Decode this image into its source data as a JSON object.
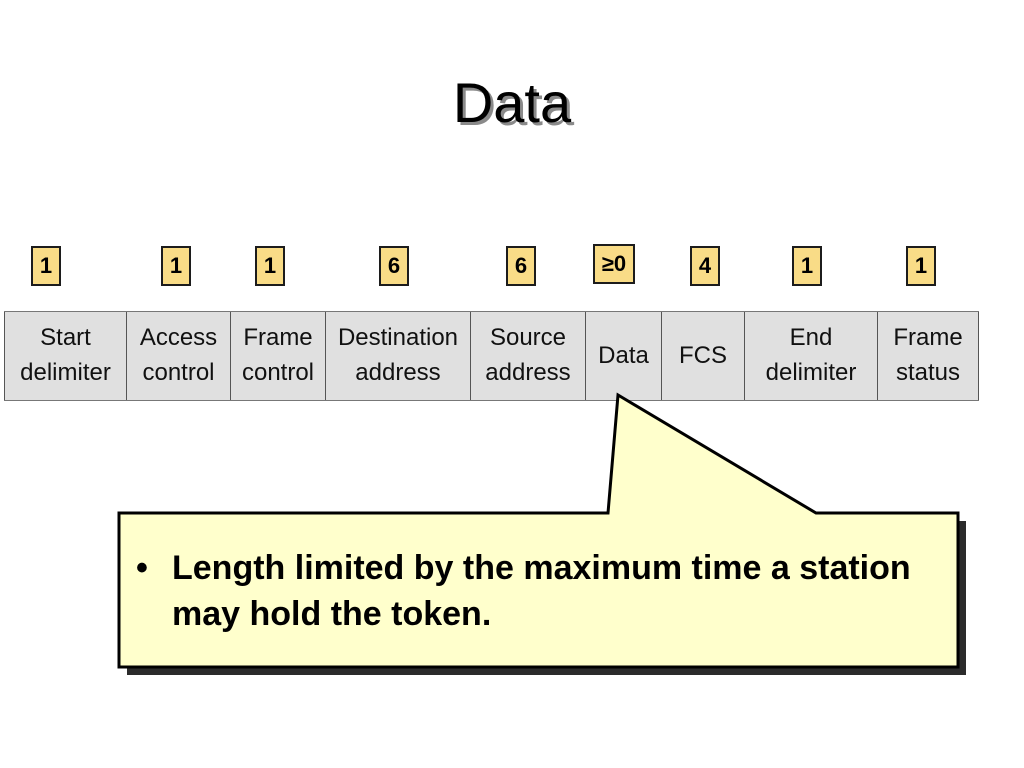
{
  "title": "Data",
  "fields": [
    {
      "size": "1",
      "label": "Start\ndelimiter"
    },
    {
      "size": "1",
      "label": "Access\ncontrol"
    },
    {
      "size": "1",
      "label": "Frame\ncontrol"
    },
    {
      "size": "6",
      "label": "Destination\naddress"
    },
    {
      "size": "6",
      "label": "Source\naddress"
    },
    {
      "size": "≥0",
      "label": "Data"
    },
    {
      "size": "4",
      "label": "FCS"
    },
    {
      "size": "1",
      "label": "End\ndelimiter"
    },
    {
      "size": "1",
      "label": "Frame\nstatus"
    }
  ],
  "callout": {
    "bullet": "•",
    "text": "Length limited by the maximum time a station may hold the token."
  },
  "colors": {
    "size_box": "#f9dc87",
    "field_bg": "#e0e0e0",
    "callout_bg": "#ffffcc"
  }
}
